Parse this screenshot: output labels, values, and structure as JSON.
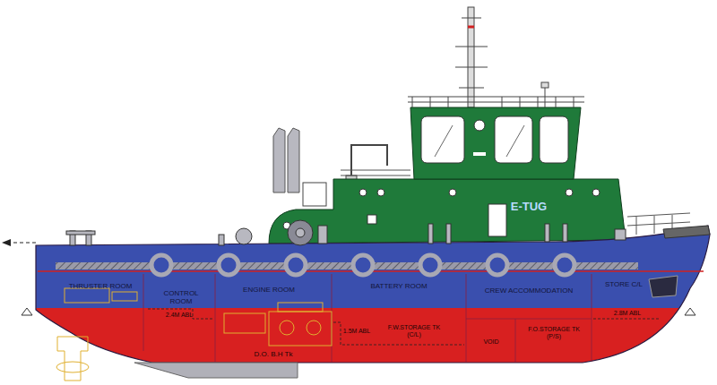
{
  "diagram": {
    "labels": [
      "E-TUG",
      "THRUSTER ROOM",
      "CONTROL ROOM",
      "ENGINE ROOM",
      "BATTERY ROOM",
      "CREW ACCOMMODATION",
      "STORE C/L",
      "2.4M ABL",
      "1.5M ABL",
      "2.8M ABL",
      "F.W.STORAGE TK (C/L)",
      "VOID",
      "F.O.STORAGE TK (P/S)",
      "D.O. B.H Tk"
    ]
  }
}
